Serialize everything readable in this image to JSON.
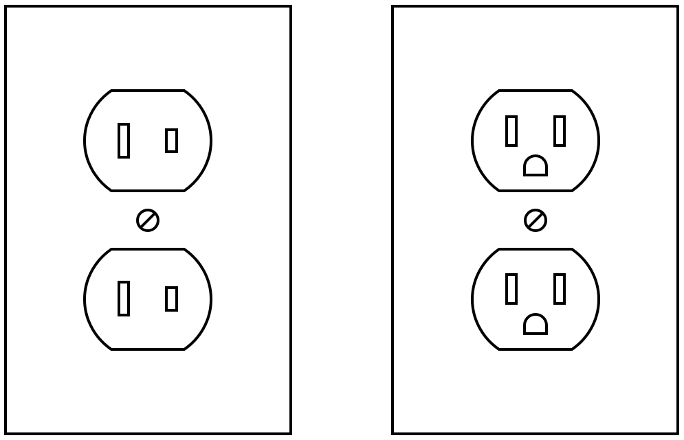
{
  "diagram": {
    "line_color": "#000000",
    "background_color": "#ffffff",
    "outlets": [
      {
        "kind": "two-prong-ungrounded",
        "receptacles": [
          {
            "position": "top",
            "slots": [
              "neutral-slot",
              "hot-slot"
            ],
            "ground_hole": false
          },
          {
            "position": "bottom",
            "slots": [
              "neutral-slot",
              "hot-slot"
            ],
            "ground_hole": false
          }
        ],
        "center_screw": true
      },
      {
        "kind": "three-prong-grounded",
        "receptacles": [
          {
            "position": "top",
            "slots": [
              "neutral-slot",
              "hot-slot"
            ],
            "ground_hole": true
          },
          {
            "position": "bottom",
            "slots": [
              "neutral-slot",
              "hot-slot"
            ],
            "ground_hole": true
          }
        ],
        "center_screw": true
      }
    ]
  }
}
